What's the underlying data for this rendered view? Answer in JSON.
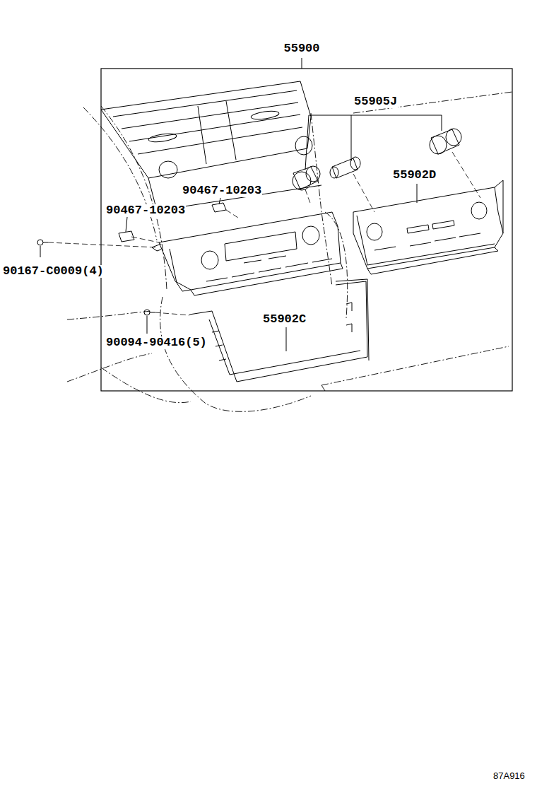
{
  "diagram": {
    "labels": [
      "55900",
      "55905J",
      "90467-10203",
      "55902D",
      "90467-10203",
      "90167-C0009(4)",
      "55902C",
      "90094-90416(5)",
      "87A916"
    ]
  }
}
